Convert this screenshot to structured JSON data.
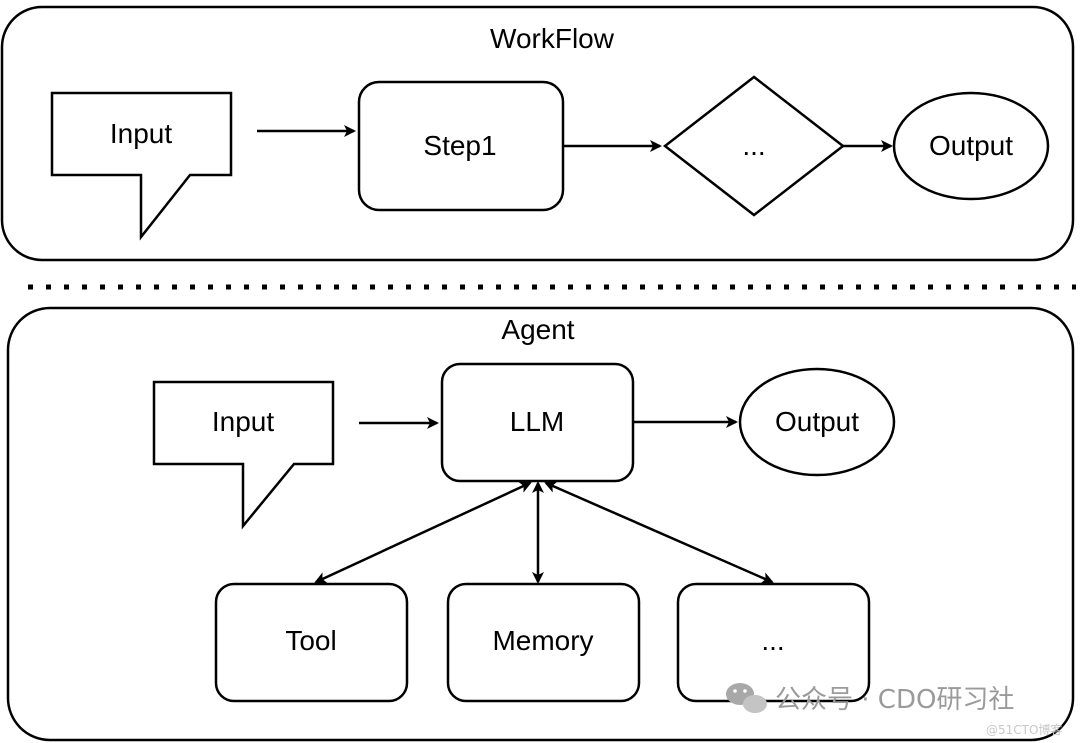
{
  "workflow": {
    "title": "WorkFlow",
    "input_label": "Input",
    "step1_label": "Step1",
    "decision_label": "...",
    "output_label": "Output"
  },
  "agent": {
    "title": "Agent",
    "input_label": "Input",
    "llm_label": "LLM",
    "output_label": "Output",
    "tool_label": "Tool",
    "memory_label": "Memory",
    "more_label": "..."
  },
  "watermark": {
    "text": "公众号 · CDO研习社",
    "sub": "@51CTO博客"
  }
}
